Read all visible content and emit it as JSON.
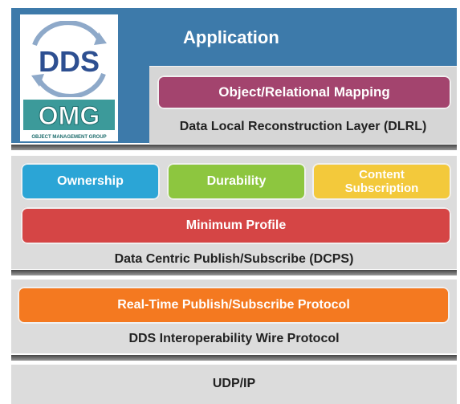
{
  "logo": {
    "dds_text": "DDS",
    "omg_text": "OMG",
    "omg_subtitle": "OBJECT MANAGEMENT GROUP"
  },
  "application": {
    "title": "Application"
  },
  "dlrl": {
    "mapping_label": "Object/Relational Mapping",
    "layer_label": "Data Local Reconstruction Layer (DLRL)"
  },
  "dcps": {
    "ownership": "Ownership",
    "durability": "Durability",
    "content_subscription_line1": "Content",
    "content_subscription_line2": "Subscription",
    "minimum_profile": "Minimum Profile",
    "layer_label": "Data Centric Publish/Subscribe (DCPS)"
  },
  "rtps": {
    "protocol_label": "Real-Time Publish/Subscribe Protocol",
    "layer_label": "DDS Interoperability Wire Protocol"
  },
  "transport": {
    "label": "UDP/IP"
  },
  "colors": {
    "application": "#3d7aaa",
    "orm": "#a3446e",
    "ownership": "#2ba5d6",
    "durability": "#8dc63f",
    "content_subscription": "#f3c93b",
    "minimum_profile": "#d54545",
    "rtps": "#f47920",
    "layer_gray": "#dcdcdc"
  }
}
